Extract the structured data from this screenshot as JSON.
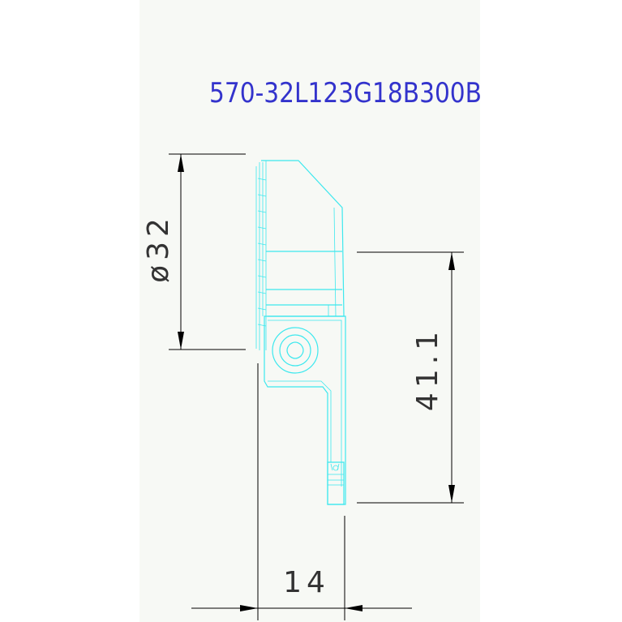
{
  "drawing": {
    "part_number": "570-32L123G18B300B",
    "colors": {
      "background": "#ffffff",
      "sheet": "#f7f9f5",
      "title": "#3333cc",
      "part_outline": "#3de8ee",
      "dimension": "#000000",
      "dimension_text": "#333333"
    }
  },
  "dimensions": {
    "diameter": {
      "label": "ø32",
      "symbol": "ø",
      "value": "32"
    },
    "height": {
      "label": "41.1",
      "value": "41.1"
    },
    "width": {
      "label": "14",
      "value": "14"
    }
  }
}
